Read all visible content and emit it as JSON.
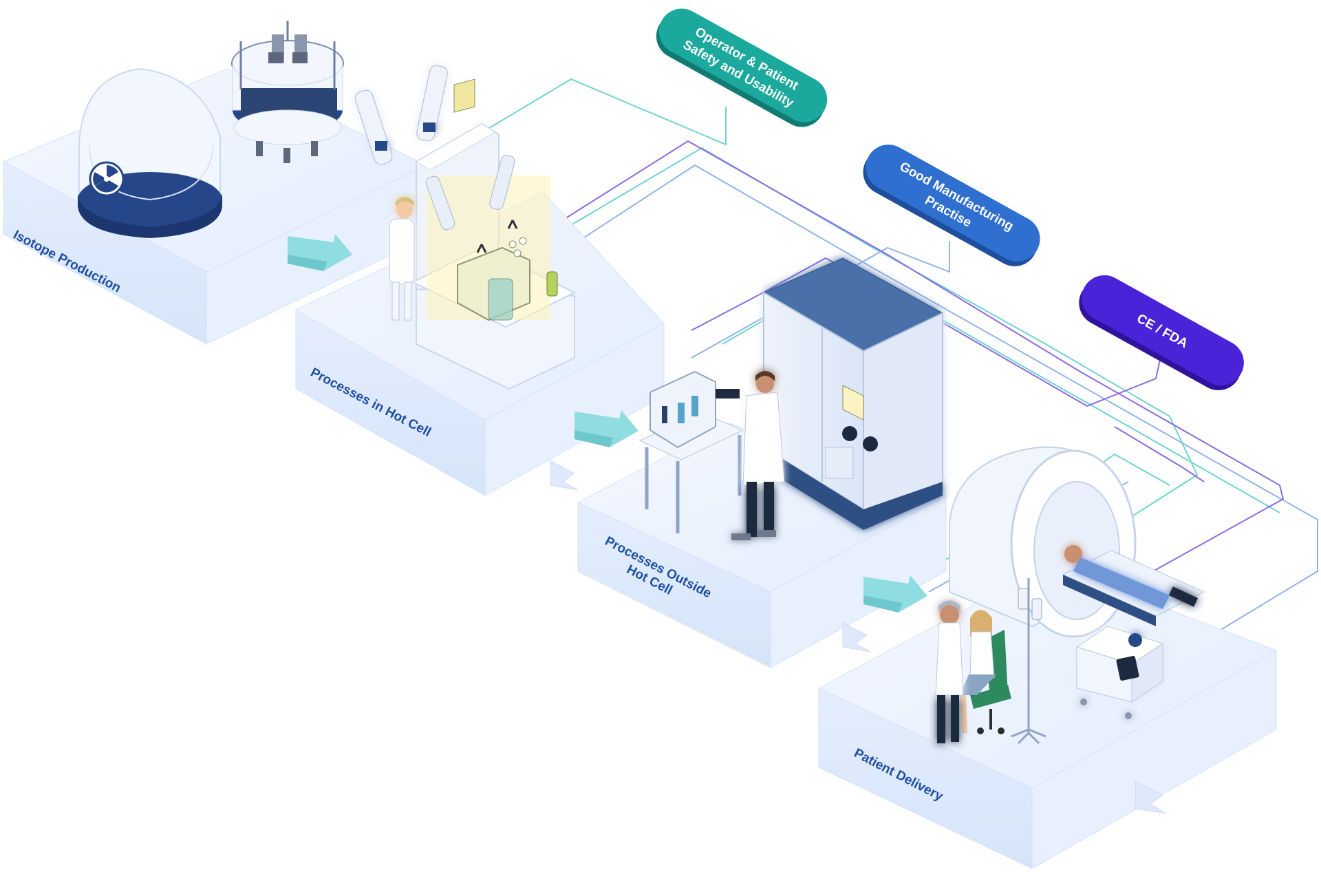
{
  "stages": [
    {
      "id": "isotope",
      "label": "Isotope Production"
    },
    {
      "id": "hotcell",
      "label": "Processes in Hot Cell"
    },
    {
      "id": "outside",
      "label_lines": [
        "Processes Outside",
        "Hot Cell"
      ]
    },
    {
      "id": "patient",
      "label": "Patient Delivery"
    }
  ],
  "standards": [
    {
      "id": "safety",
      "lines": [
        "Operator & Patient",
        "Safety and Usability"
      ],
      "color": "#1aa99c"
    },
    {
      "id": "gmp",
      "lines": [
        "Good Manufacturing",
        "Practise"
      ],
      "color": "#2f6fd0"
    },
    {
      "id": "cefda",
      "lines": [
        "CE / FDA"
      ],
      "color": "#4a22d8"
    }
  ],
  "colors": {
    "platform_top": "#eef4ff",
    "platform_side": "#dde8fb",
    "platform_edge": "#c9daf6",
    "arrow": "#8fdde0",
    "line_teal": "#6ed3d0",
    "line_blue": "#8fb4ea",
    "line_purple": "#8a6ae6",
    "navy": "#2b4b8c"
  },
  "icons": [
    "radiation-icon",
    "cyclotron-icon",
    "hot-cell-icon",
    "robot-arm-icon",
    "scientist-icon",
    "synthesis-module-icon",
    "clean-room-cabinet-icon",
    "pet-scanner-icon",
    "patient-icon",
    "infusion-cart-icon",
    "iv-stand-icon",
    "nurse-icon"
  ]
}
